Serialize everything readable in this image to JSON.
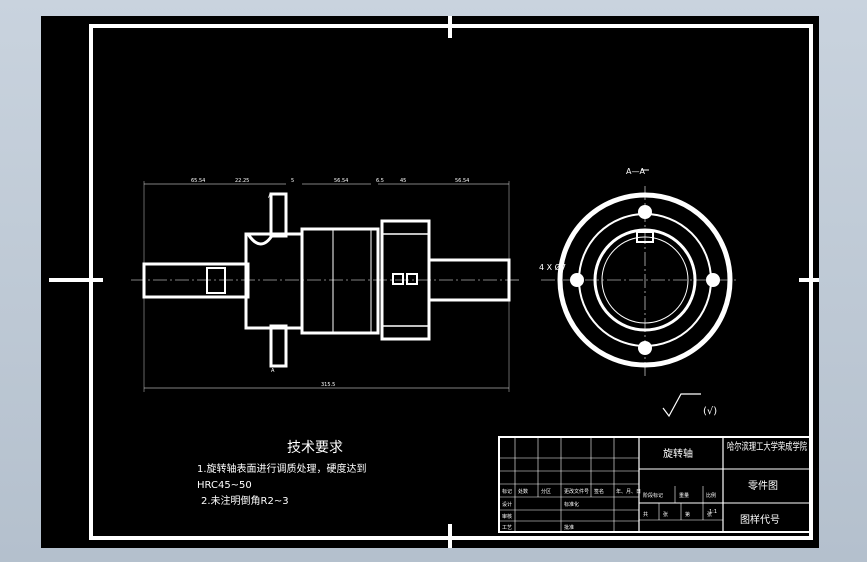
{
  "section_marks": {
    "section": "A",
    "view_title": "A—A"
  },
  "dims": {
    "d1": "65.54",
    "d2": "22.25",
    "d3": "5",
    "d4": "56.54",
    "d5": "6.5",
    "d6": "45",
    "d7": "56.54",
    "overall": "315.5",
    "holes": "4 X Ø7"
  },
  "surface_note": "(√)",
  "tech": {
    "heading": "技术要求",
    "line1": "1.旋转轴表面进行调质处理，硬度达到",
    "line2": "HRC45~50",
    "line3": "2.未注明倒角R2~3"
  },
  "title_block": {
    "part_name": "旋转轴",
    "school": "哈尔滨理工大学荣成学院",
    "drawing_type": "零件图",
    "drawing_code": "图样代号",
    "labels": [
      "标记",
      "处数",
      "分区",
      "更改文件号",
      "签名",
      "年、月、日",
      "设计",
      "标准化",
      "阶段标记",
      "重量",
      "比例",
      "审核",
      "工艺",
      "批准",
      "共",
      "张",
      "第",
      "张"
    ],
    "scale": "1:1"
  },
  "colors": {
    "background": "#000000",
    "lines": "#ffffff",
    "desktop": "#bfc9d4"
  }
}
